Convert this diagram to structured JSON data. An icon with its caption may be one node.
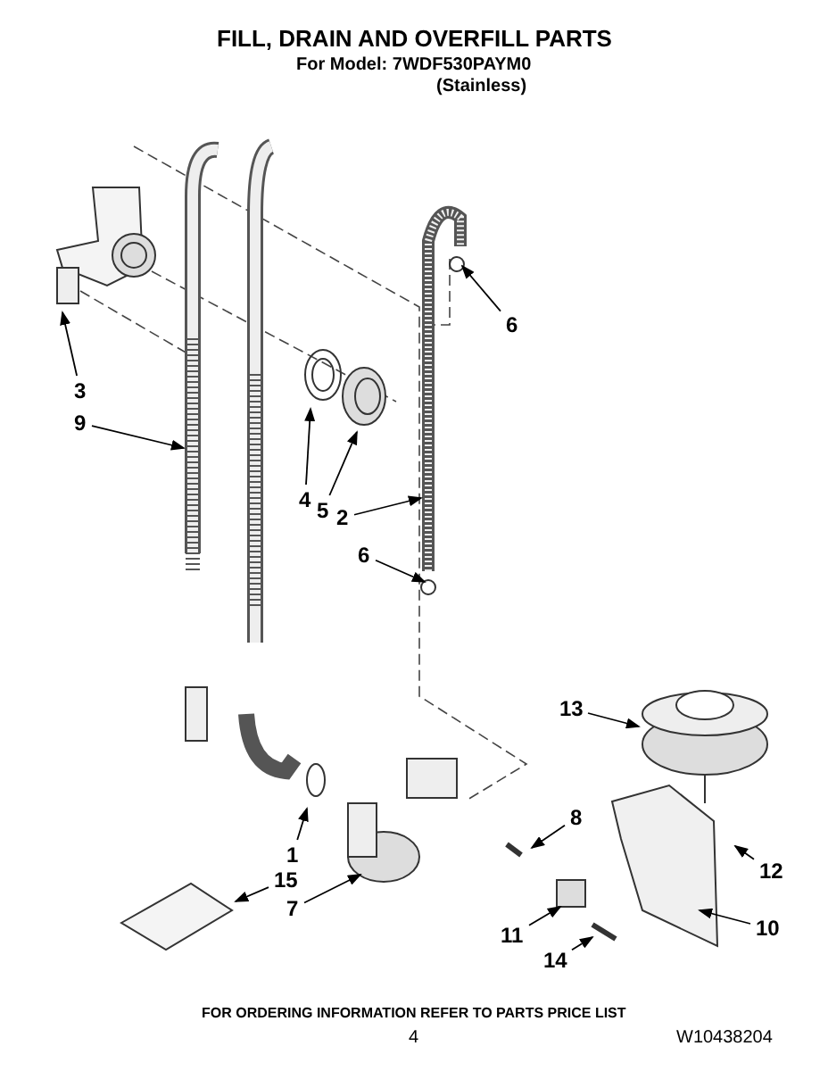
{
  "diagram": {
    "title": "FILL, DRAIN AND OVERFILL PARTS",
    "nodes": [
      {
        "text": [
          "6"
        ]
      },
      {
        "text": [
          "3"
        ]
      },
      {
        "text": [
          "9"
        ]
      },
      {
        "text": [
          "4"
        ]
      },
      {
        "text": [
          "5"
        ]
      },
      {
        "text": [
          "2"
        ]
      },
      {
        "text": [
          "6"
        ]
      },
      {
        "text": [
          "13"
        ]
      },
      {
        "text": [
          "8"
        ]
      },
      {
        "text": [
          "1"
        ]
      },
      {
        "text": [
          "12"
        ]
      },
      {
        "text": [
          "15"
        ]
      },
      {
        "text": [
          "7"
        ]
      },
      {
        "text": [
          "10"
        ]
      },
      {
        "text": [
          "11"
        ]
      },
      {
        "text": [
          "14"
        ]
      }
    ],
    "edges": [
      {
        "from": 0,
        "to": null,
        "arrow": "to"
      },
      {
        "from": 1,
        "to": null,
        "arrow": "to"
      },
      {
        "from": 2,
        "to": null,
        "arrow": "to"
      },
      {
        "from": 3,
        "to": null,
        "arrow": "to"
      },
      {
        "from": 4,
        "to": null,
        "arrow": "to"
      },
      {
        "from": 5,
        "to": null,
        "arrow": "to"
      },
      {
        "from": 6,
        "to": null,
        "arrow": "to"
      },
      {
        "from": 7,
        "to": null,
        "arrow": "to"
      },
      {
        "from": 8,
        "to": null,
        "arrow": "to"
      },
      {
        "from": 9,
        "to": null,
        "arrow": "to"
      },
      {
        "from": 10,
        "to": null,
        "arrow": "to"
      },
      {
        "from": 11,
        "to": null,
        "arrow": "to"
      },
      {
        "from": 12,
        "to": null,
        "arrow": "to"
      },
      {
        "from": 13,
        "to": null,
        "arrow": "to"
      },
      {
        "from": 14,
        "to": null,
        "arrow": "to"
      },
      {
        "from": 15,
        "to": null,
        "arrow": "to"
      }
    ],
    "labels": [
      "For Model: 7WDF530PAYM0",
      "(Stainless)",
      "FOR ORDERING INFORMATION REFER TO PARTS PRICE LIST",
      "4",
      "W10438204"
    ]
  }
}
